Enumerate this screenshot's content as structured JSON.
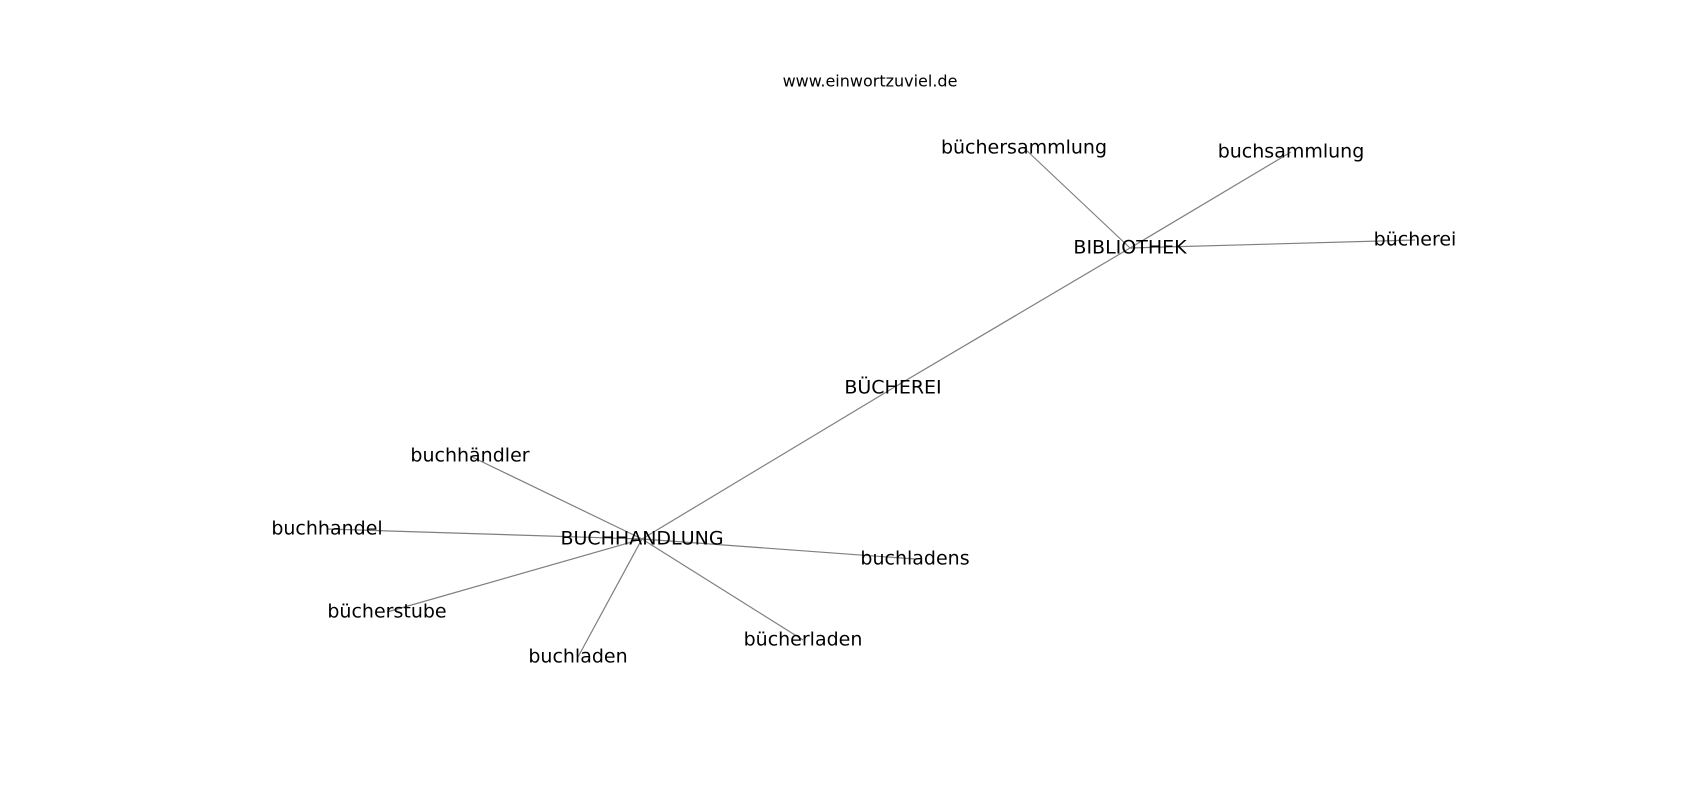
{
  "source": "www.einwortzuviel.de",
  "colors": {
    "edge": "#7f7f7f",
    "text": "#000000",
    "background": "#ffffff"
  },
  "nodes": [
    {
      "id": "n_bibliothek",
      "label": "BIBLIOTHEK"
    },
    {
      "id": "n_buecherei_c",
      "label": "BÜCHEREI"
    },
    {
      "id": "n_buchhandlung",
      "label": "BUCHHANDLUNG"
    },
    {
      "id": "n_buechersammlung",
      "label": "büchersammlung"
    },
    {
      "id": "n_buchsammlung",
      "label": "buchsammlung"
    },
    {
      "id": "n_buecherei",
      "label": "bücherei"
    },
    {
      "id": "n_buchhaendler",
      "label": "buchhändler"
    },
    {
      "id": "n_buchhandel",
      "label": "buchhandel"
    },
    {
      "id": "n_buecherstube",
      "label": "bücherstube"
    },
    {
      "id": "n_buchladen",
      "label": "buchladen"
    },
    {
      "id": "n_buecherladen",
      "label": "bücherladen"
    },
    {
      "id": "n_buchladens",
      "label": "buchladens"
    }
  ],
  "edges": [
    [
      "n_bibliothek",
      "n_buechersammlung"
    ],
    [
      "n_bibliothek",
      "n_buchsammlung"
    ],
    [
      "n_bibliothek",
      "n_buecherei"
    ],
    [
      "n_bibliothek",
      "n_buecherei_c"
    ],
    [
      "n_buecherei_c",
      "n_buchhandlung"
    ],
    [
      "n_buchhandlung",
      "n_buchhaendler"
    ],
    [
      "n_buchhandlung",
      "n_buchhandel"
    ],
    [
      "n_buchhandlung",
      "n_buecherstube"
    ],
    [
      "n_buchhandlung",
      "n_buchladen"
    ],
    [
      "n_buchhandlung",
      "n_buecherladen"
    ],
    [
      "n_buchhandlung",
      "n_buchladens"
    ]
  ]
}
